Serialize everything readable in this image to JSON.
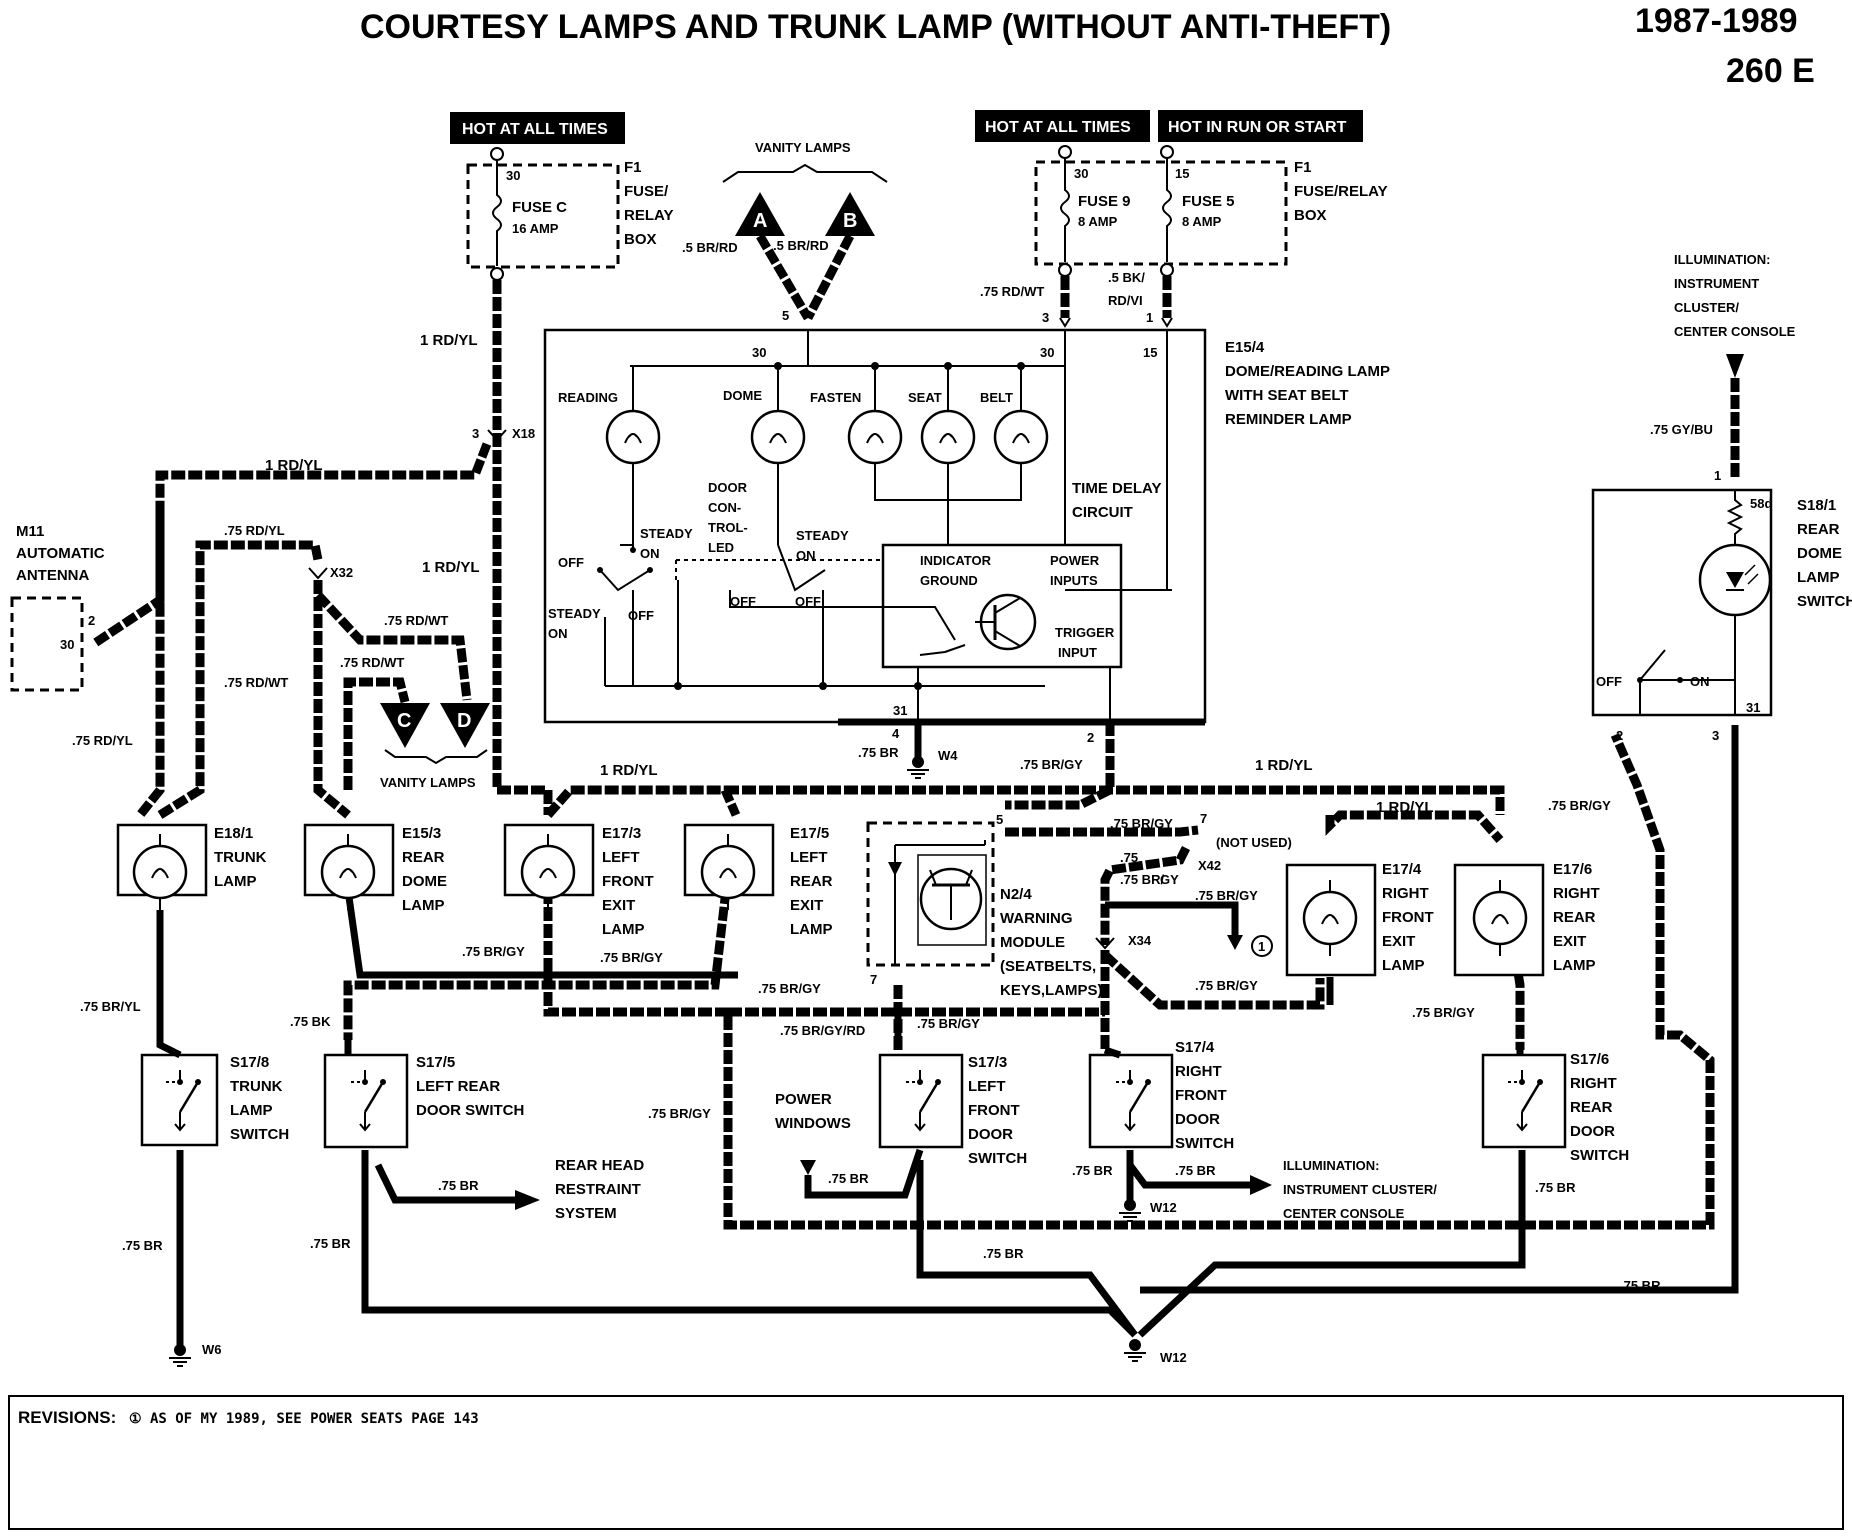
{
  "header": {
    "title": "COURTESY LAMPS AND TRUNK LAMP (WITHOUT ANTI-THEFT)",
    "years": "1987-1989",
    "model": "260 E"
  },
  "power_labels": {
    "hot1": "HOT AT ALL TIMES",
    "hot2": "HOT AT ALL TIMES",
    "hot_run": "HOT IN RUN OR START"
  },
  "fuse_box_left": {
    "terminal": "30",
    "fuse": "FUSE C",
    "amp": "16 AMP",
    "name": [
      "F1",
      "FUSE/",
      "RELAY",
      "BOX"
    ]
  },
  "fuse_box_right": {
    "t1": "30",
    "t2": "15",
    "fuse1": "FUSE 9",
    "amp1": "8 AMP",
    "fuse2": "FUSE 5",
    "amp2": "8 AMP",
    "name": [
      "F1",
      "FUSE/RELAY",
      "BOX"
    ]
  },
  "vanity_top": {
    "title": "VANITY LAMPS",
    "a": "A",
    "b": "B",
    "wire_a": ".5 BR/RD",
    "wire_b": ".5 BR/RD",
    "pin": "5"
  },
  "vanity_bottom": {
    "title": "VANITY LAMPS",
    "c": "C",
    "d": "D"
  },
  "e15_4": {
    "name": [
      "E15/4",
      "DOME/READING LAMP",
      "WITH SEAT BELT",
      "REMINDER LAMP"
    ],
    "lamps": [
      "READING",
      "DOME",
      "FASTEN",
      "SEAT",
      "BELT"
    ],
    "t30a": "30",
    "t30b": "30",
    "t15": "15",
    "time_delay": [
      "TIME DELAY",
      "CIRCUIT"
    ],
    "door_control": [
      "DOOR",
      "CON-",
      "TROL-",
      "LED"
    ],
    "steady_on": [
      "STEADY",
      "ON"
    ],
    "off": "OFF",
    "indicator_ground": [
      "INDICATOR",
      "GROUND"
    ],
    "power_inputs": [
      "POWER",
      "INPUTS"
    ],
    "trigger_input": [
      "TRIGGER",
      "INPUT"
    ],
    "pin4": "4",
    "pin31": "31",
    "pin2": "2",
    "pin3": "3",
    "pin1": "1"
  },
  "wires": {
    "w_rd_wt_75": ".75 RD/WT",
    "w_bk_rd_vi": [
      ".5 BK/",
      "RD/VI"
    ],
    "w_rd_yl_1": "1 RD/YL",
    "w_rd_yl_75": ".75 RD/YL",
    "w_rd_wt": ".75 RD/WT",
    "w_br_gy": ".75 BR/GY",
    "w_br_yl": ".75 BR/YL",
    "w_bk": ".75 BK",
    "w_br": ".75 BR",
    "w_gy_bu": ".75 GY/BU",
    "w_br_gy_rd": ".75 BR/GY/RD",
    "w_br_gy_a": ".75 BR/",
    "w_gy_b": "GY",
    "w_75": ".75"
  },
  "connectors": {
    "x18": "X18",
    "x32": "X32",
    "x34": "X34",
    "x42": "X42",
    "w4": "W4",
    "w6": "W6",
    "w12a": "W12",
    "w12b": "W12",
    "p3": "3",
    "p5": "5",
    "p7a": "7",
    "p7b": "7",
    "p2": "2",
    "p30": "30",
    "p1": "1",
    "p3b": "3",
    "p2b": "2",
    "p31": "31",
    "not_used": "(NOT USED)",
    "circle1": "1"
  },
  "m11": {
    "name": [
      "M11",
      "AUTOMATIC",
      "ANTENNA"
    ]
  },
  "illumination_top": [
    "ILLUMINATION:",
    "INSTRUMENT",
    "CLUSTER/",
    "CENTER CONSOLE"
  ],
  "illumination_bottom": [
    "ILLUMINATION:",
    "INSTRUMENT CLUSTER/",
    "CENTER CONSOLE"
  ],
  "s18_1": {
    "name": [
      "S18/1",
      "REAR",
      "DOME",
      "LAMP",
      "SWITCH"
    ],
    "t58d": "58d",
    "off": "OFF",
    "on": "ON"
  },
  "lamps": {
    "e18_1": [
      "E18/1",
      "TRUNK",
      "LAMP"
    ],
    "e15_3": [
      "E15/3",
      "REAR",
      "DOME",
      "LAMP"
    ],
    "e17_3": [
      "E17/3",
      "LEFT",
      "FRONT",
      "EXIT",
      "LAMP"
    ],
    "e17_5": [
      "E17/5",
      "LEFT",
      "REAR",
      "EXIT",
      "LAMP"
    ],
    "e17_4": [
      "E17/4",
      "RIGHT",
      "FRONT",
      "EXIT",
      "LAMP"
    ],
    "e17_6": [
      "E17/6",
      "RIGHT",
      "REAR",
      "EXIT",
      "LAMP"
    ]
  },
  "n2_4": {
    "name": [
      "N2/4",
      "WARNING",
      "MODULE",
      "(SEATBELTS,",
      "KEYS,LAMPS)"
    ]
  },
  "switches": {
    "s17_8": [
      "S17/8",
      "TRUNK",
      "LAMP",
      "SWITCH"
    ],
    "s17_5": [
      "S17/5",
      "LEFT REAR",
      "DOOR SWITCH"
    ],
    "s17_3": [
      "S17/3",
      "LEFT",
      "FRONT",
      "DOOR",
      "SWITCH"
    ],
    "s17_4": [
      "S17/4",
      "RIGHT",
      "FRONT",
      "DOOR",
      "SWITCH"
    ],
    "s17_6": [
      "S17/6",
      "RIGHT",
      "REAR",
      "DOOR",
      "SWITCH"
    ]
  },
  "rear_head": [
    "REAR HEAD",
    "RESTRAINT",
    "SYSTEM"
  ],
  "power_windows": [
    "POWER",
    "WINDOWS"
  ],
  "revisions": {
    "label": "REVISIONS:",
    "note": "①  AS OF MY 1989, SEE POWER SEATS PAGE 143"
  }
}
